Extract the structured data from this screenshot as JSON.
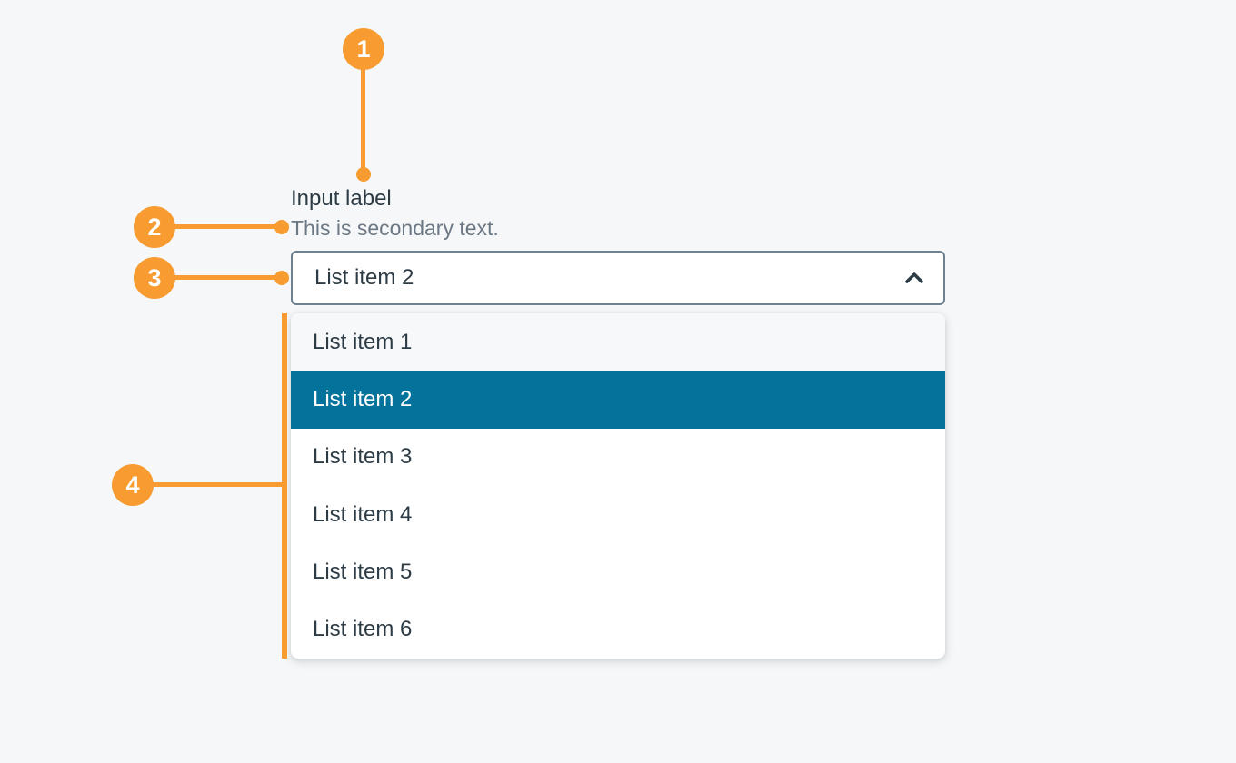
{
  "colors": {
    "page_background": "#F5F7F8",
    "annotation_orange": "#F89B31",
    "selected_option_background": "#03739C",
    "text_primary": "#2D3B45",
    "text_secondary": "#6B7884",
    "trigger_border": "#6E8191"
  },
  "annotations": {
    "items": [
      {
        "number": "1",
        "points_to": "input-label"
      },
      {
        "number": "2",
        "points_to": "secondary-text"
      },
      {
        "number": "3",
        "points_to": "select-trigger"
      },
      {
        "number": "4",
        "points_to": "options-list"
      }
    ]
  },
  "select": {
    "label": "Input label",
    "secondary_text": "This is secondary text.",
    "value": "List item 2",
    "trigger_icon": "chevron-up",
    "options": [
      {
        "label": "List item 1",
        "state": "hover"
      },
      {
        "label": "List item 2",
        "state": "selected"
      },
      {
        "label": "List item 3",
        "state": "default"
      },
      {
        "label": "List item 4",
        "state": "default"
      },
      {
        "label": "List item 5",
        "state": "default"
      },
      {
        "label": "List item 6",
        "state": "default"
      }
    ]
  }
}
